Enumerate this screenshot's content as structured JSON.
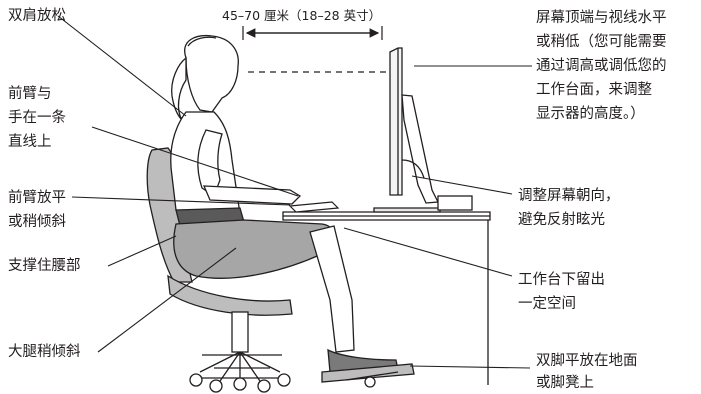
{
  "distance_label": "45–70 厘米（18–28 英寸）",
  "labels": {
    "relax_shoulders": "双肩放松",
    "forearm_hand_line": "前臂与\n手在一条\n直线上",
    "forearm_level": "前臂放平\n或稍倾斜",
    "lower_back": "支撑住腰部",
    "thighs": "大腿稍倾斜",
    "screen_top": "屏幕顶端与视线水平\n或稍低（您可能需要\n通过调高或调低您的\n工作台面，来调整\n显示器的高度。）",
    "screen_glare": "调整屏幕朝向，\n避免反射眩光",
    "clearance": "工作台下留出\n一定空间",
    "feet": "双脚平放在地面\n或脚凳上"
  }
}
